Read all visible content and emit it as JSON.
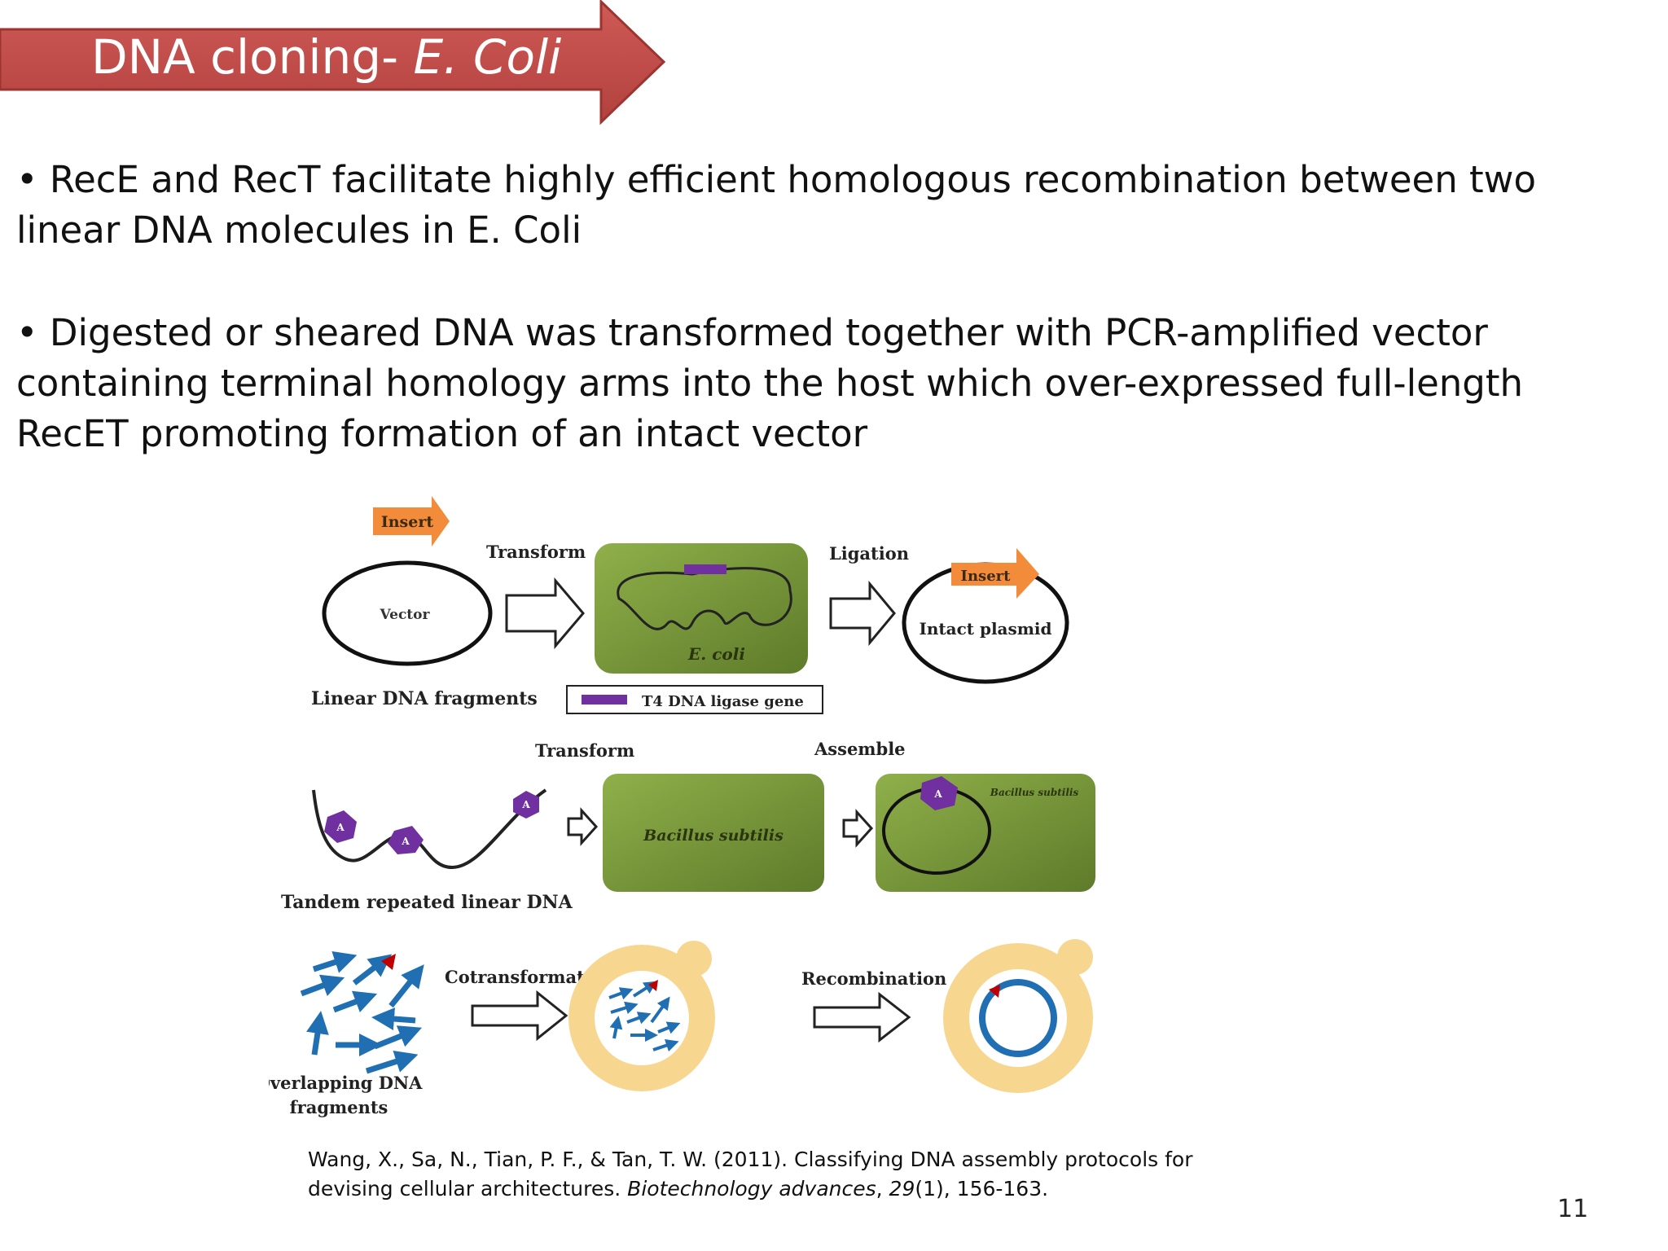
{
  "slide": {
    "title_prefix": "DNA cloning- ",
    "title_italic": "E. Coli",
    "bullets": [
      "• RecE and RecT facilitate highly efficient homologous recombination between two linear DNA molecules in E. Coli",
      "• Digested or sheared DNA was transformed together with PCR-amplified vector containing terminal homology arms into the host which over-expressed full-length RecET promoting formation of an intact vector"
    ],
    "page_number": "11"
  },
  "figure": {
    "row1": {
      "insert_label": "Insert",
      "vector_label": "Vector",
      "transform_label": "Transform",
      "host_label": "E. coli",
      "ligation_label": "Ligation",
      "insert2_label": "Insert",
      "plasmid_label": "Intact plasmid",
      "fragments_label": "Linear DNA fragments",
      "legend_label": "T4 DNA ligase gene"
    },
    "row2": {
      "transform_label": "Transform",
      "assemble_label": "Assemble",
      "host_label": "Bacillus subtilis",
      "host2_label": "Bacillus subtilis",
      "tandem_label": "Tandem repeated linear DNA",
      "a_mark": "A"
    },
    "row3": {
      "cotransformation_label": "Cotransformation",
      "recombination_label": "Recombination",
      "overlap_label_line1": "Overlapping DNA",
      "overlap_label_line2": "fragments"
    },
    "colors": {
      "banner": "#c0504d",
      "insert_arrow": "#f28c3a",
      "green_box": "#7a9a3a",
      "purple": "#7030a0",
      "blue_arrow": "#1f6fb2",
      "yeast": "#f7d690"
    }
  },
  "citation": {
    "part1": "Wang, X., Sa, N., Tian, P. F., & Tan, T. W. (2011). Classifying DNA assembly protocols for devising cellular architectures. ",
    "journal": "Biotechnology advances",
    "part2": ", ",
    "volume": "29",
    "part3": "(1), 156-163."
  }
}
